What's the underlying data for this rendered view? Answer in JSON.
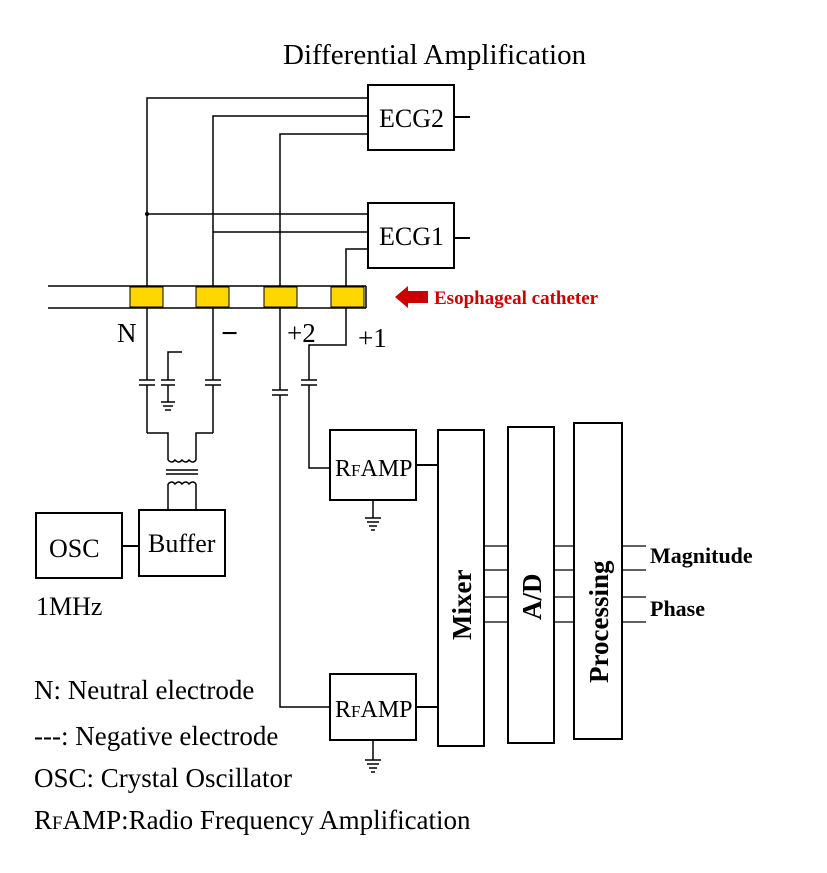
{
  "diagram": {
    "title": "Differential Amplification",
    "blocks": {
      "ecg2": "ECG2",
      "ecg1": "ECG1",
      "osc": "OSC",
      "buffer": "Buffer",
      "rfamp_top": {
        "prefix": "R",
        "small": "F",
        "rest": "AMP"
      },
      "rfamp_bottom": {
        "prefix": "R",
        "small": "F",
        "rest": "AMP"
      },
      "mixer": "Mixer",
      "ad": "A/D",
      "processing": "Processing"
    },
    "electrodes": {
      "neutral": "N",
      "negative": "−",
      "plus2": "+2",
      "plus1": "+1"
    },
    "catheter_label": "Esophageal catheter",
    "osc_freq": "1MHz",
    "outputs": {
      "magnitude": "Magnitude",
      "phase": "Phase"
    },
    "legend": {
      "line1": "N: Neutral electrode",
      "line2": "---: Negative electrode",
      "line3": "OSC: Crystal Oscillator",
      "line4": {
        "prefix": "R",
        "small": "F",
        "rest": "AMP:Radio Frequency Amplification"
      }
    },
    "colors": {
      "electrode": "#ffd700",
      "arrow": "#cc0000",
      "catheter_text": "#cc0000",
      "line": "#000000"
    }
  }
}
